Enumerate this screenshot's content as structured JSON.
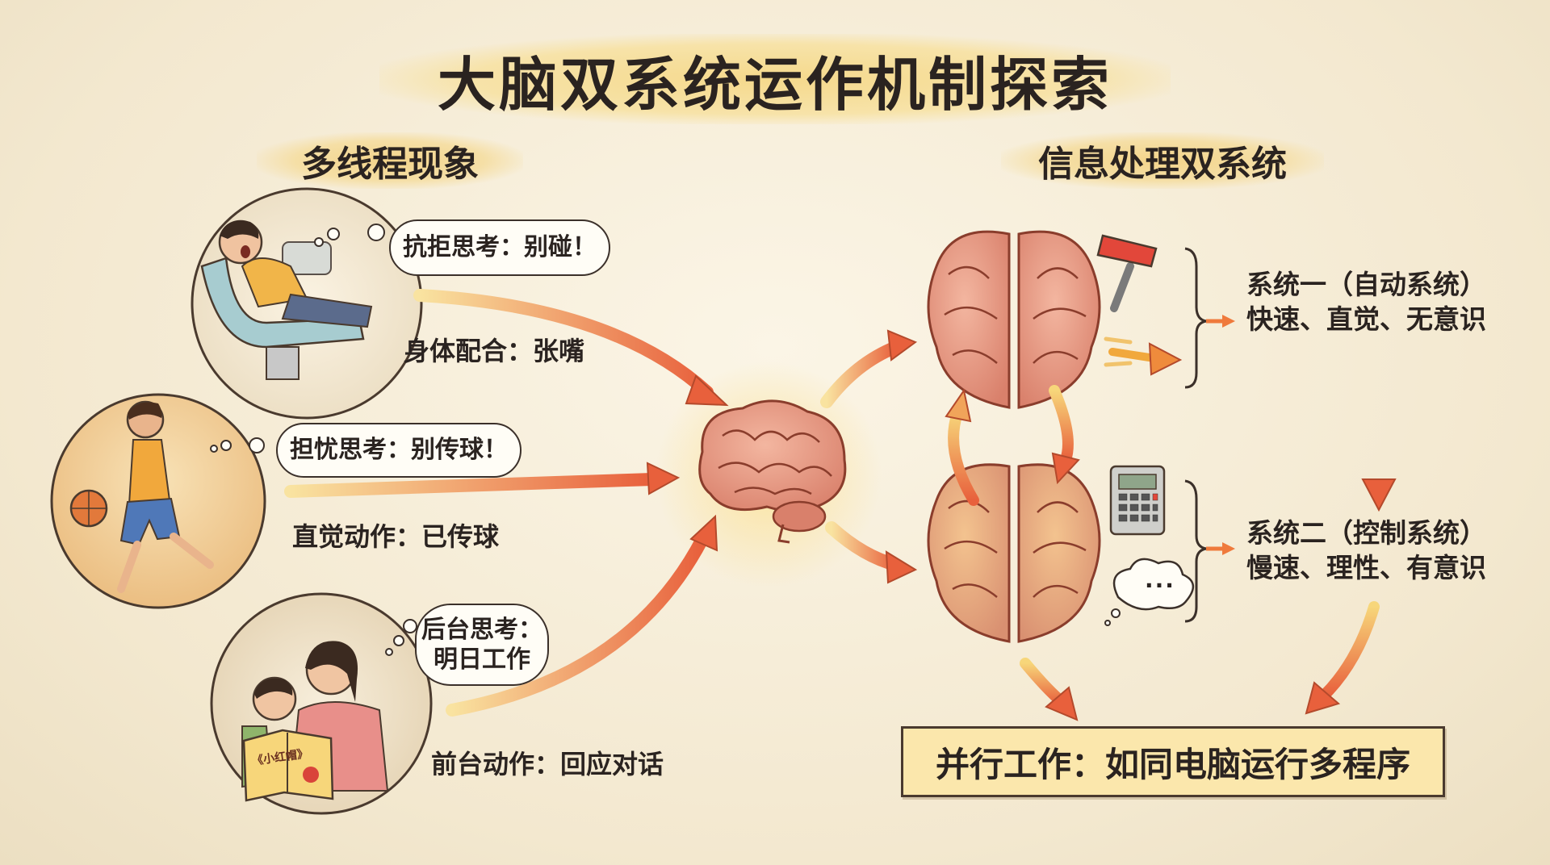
{
  "title": "大脑双系统运作机制探索",
  "left_section": {
    "heading": "多线程现象",
    "scenes": [
      {
        "thought": "抗拒思考：别碰！",
        "action": "身体配合：张嘴"
      },
      {
        "thought": "担忧思考：别传球！",
        "action": "直觉动作：已传球"
      },
      {
        "thought_line1": "后台思考：",
        "thought_line2": "明日工作",
        "action": "前台动作：回应对话",
        "book_title": "《小红帽》"
      }
    ]
  },
  "right_section": {
    "heading": "信息处理双系统",
    "system_one": {
      "name": "系统一（自动系统）",
      "traits": "快速、直觉、无意识"
    },
    "system_two": {
      "name": "系统二（控制系统）",
      "traits": "慢速、理性、有意识"
    },
    "thought_cloud": "...",
    "result": "并行工作：如同电脑运行多程序"
  },
  "colors": {
    "background": "#f6eedb",
    "arrow_start": "#f7d67a",
    "arrow_end": "#e8603c",
    "brain": "#e79a86",
    "highlight": "#f5d98c"
  }
}
